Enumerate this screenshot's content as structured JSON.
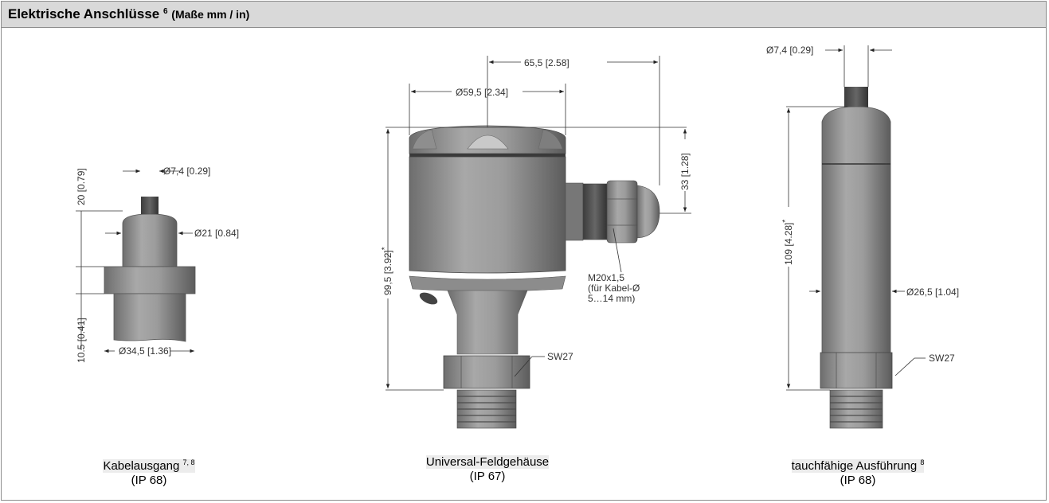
{
  "header": {
    "title": "Elektrische Anschlüsse",
    "title_sup": "6",
    "units": "(Maße mm / in)"
  },
  "variants": [
    {
      "caption": "Kabelausgang",
      "caption_sup": "7, 8",
      "protection": "(IP 68)",
      "dims": {
        "cable_dia": "Ø7,4 [0.29]",
        "body_dia": "Ø21 [0.84]",
        "flange_dia": "Ø34,5 [1.36]",
        "height_top": "20 [0.79]",
        "height_bottom": "10.5 [0.41]"
      }
    },
    {
      "caption": "Universal-Feldgehäuse",
      "protection": "(IP 67)",
      "dims": {
        "offset": "65,5 [2.58]",
        "housing_dia": "Ø59,5 [2.34]",
        "gland_height": "33 [1.28]",
        "total_height": "99,5 [3.92]",
        "asterisk": "*",
        "gland_label": [
          "M20x1,5",
          "(für Kabel-Ø",
          "5…14 mm)"
        ],
        "wrench": "SW27"
      }
    },
    {
      "caption": "tauchfähige Ausführung",
      "caption_sup": "8",
      "protection": "(IP 68)",
      "dims": {
        "cable_dia": "Ø7,4 [0.29]",
        "body_dia": "Ø26,5 [1.04]",
        "total_height": "109 [4.28]",
        "asterisk": "*",
        "wrench": "SW27"
      }
    }
  ],
  "colors": {
    "metal_dark": "#7a7a7a",
    "metal_mid": "#9a9a9a",
    "metal_light": "#b8b8b8",
    "dim_line": "#333333"
  }
}
